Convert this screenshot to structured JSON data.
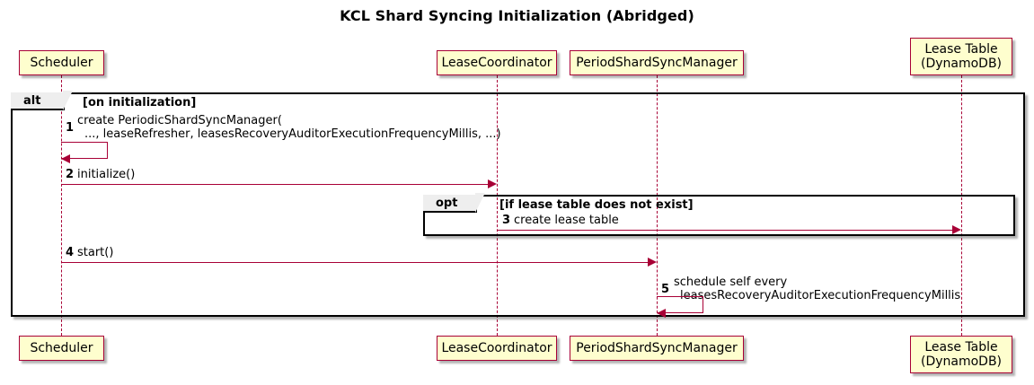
{
  "diagram": {
    "title": "KCL Shard Syncing Initialization (Abridged)",
    "type": "sequence-diagram"
  },
  "colors": {
    "participant_fill": "#FEFECE",
    "participant_border": "#A80036",
    "arrow": "#A80036",
    "frame_border": "#000000",
    "frame_label_fill": "#EEEEEE",
    "background": "#FFFFFF"
  },
  "participants": [
    {
      "id": "scheduler",
      "label": "Scheduler"
    },
    {
      "id": "leasecoordinator",
      "label": "LeaseCoordinator"
    },
    {
      "id": "periodshardsyncmanager",
      "label": "PeriodShardSyncManager"
    },
    {
      "id": "leasetable",
      "label": "Lease Table\n(DynamoDB)"
    }
  ],
  "fragments": [
    {
      "id": "alt-on-initialization",
      "operator": "alt",
      "condition": "[on initialization]"
    },
    {
      "id": "opt-lease-table",
      "operator": "opt",
      "condition": "[if lease table does not exist]"
    }
  ],
  "messages": [
    {
      "num": "1",
      "from": "scheduler",
      "to": "scheduler",
      "kind": "self",
      "text_line1": "create PeriodicShardSyncManager(",
      "text_line2": "..., leaseRefresher, leasesRecoveryAuditorExecutionFrequencyMillis, ...)"
    },
    {
      "num": "2",
      "from": "scheduler",
      "to": "leasecoordinator",
      "kind": "call",
      "text_line1": "initialize()",
      "text_line2": ""
    },
    {
      "num": "3",
      "from": "leasecoordinator",
      "to": "leasetable",
      "kind": "call",
      "text_line1": "create lease table",
      "text_line2": ""
    },
    {
      "num": "4",
      "from": "scheduler",
      "to": "periodshardsyncmanager",
      "kind": "call",
      "text_line1": "start()",
      "text_line2": ""
    },
    {
      "num": "5",
      "from": "periodshardsyncmanager",
      "to": "periodshardsyncmanager",
      "kind": "self",
      "text_line1": "schedule self every",
      "text_line2": "leasesRecoveryAuditorExecutionFrequencyMillis"
    }
  ]
}
